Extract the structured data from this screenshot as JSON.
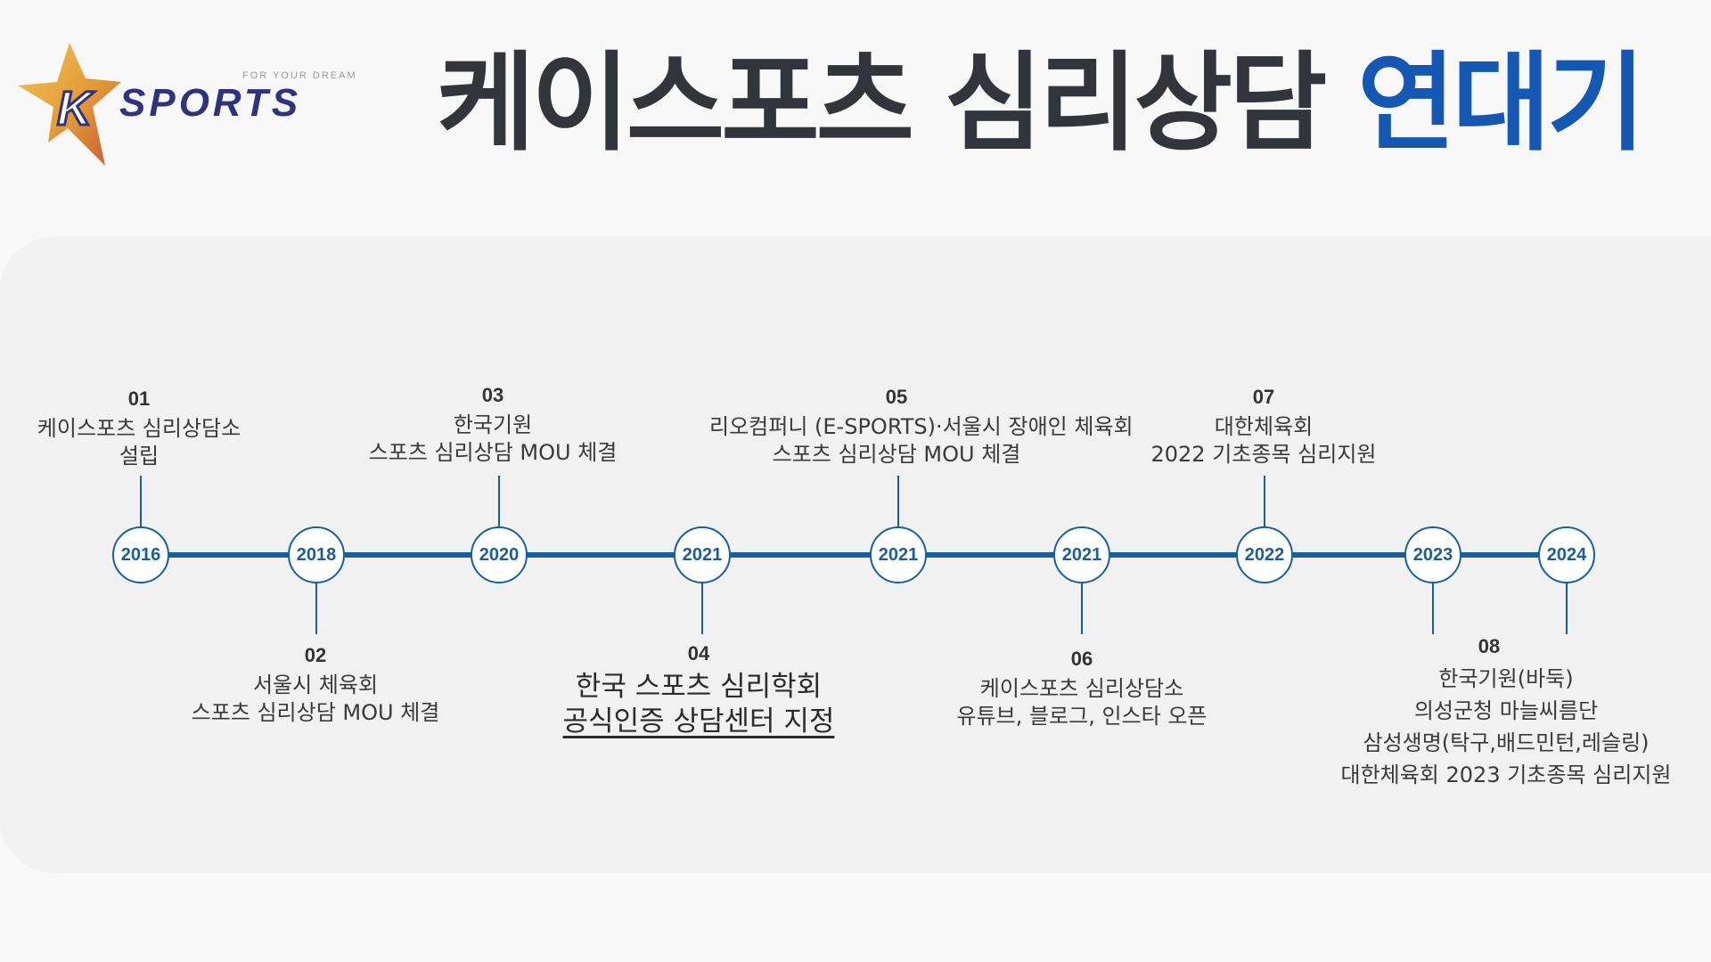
{
  "logo": {
    "text": "SPORTS",
    "tagline": "FOR YOUR DREAM",
    "colors": {
      "star": "#e8a33a",
      "text": "#2e3380",
      "k": "#ffffff"
    }
  },
  "header": {
    "title_main": "케이스포츠 심리상담",
    "title_accent": "연대기"
  },
  "colors": {
    "accent": "#1458b4",
    "timeline": "#16609f",
    "title": "#32353b",
    "background": "#f8f8f8",
    "panel": "#f1f1f1"
  },
  "timeline": {
    "years": [
      "2016",
      "2018",
      "2020",
      "2021",
      "2021",
      "2021",
      "2022",
      "2023",
      "2024"
    ],
    "milestones": [
      {
        "number": "01",
        "lines": [
          "케이스포츠 심리상담소",
          "설립"
        ]
      },
      {
        "number": "02",
        "lines": [
          "서울시 체육회",
          "스포츠 심리상담 MOU 체결"
        ]
      },
      {
        "number": "03",
        "lines": [
          "한국기원",
          "스포츠 심리상담 MOU 체결"
        ]
      },
      {
        "number": "04",
        "lines": [
          "한국 스포츠 심리학회",
          "공식인증 상담센터 지정"
        ]
      },
      {
        "number": "05",
        "lines": [
          "리오컴퍼니 (E-SPORTS)·서울시 장애인 체육회",
          "스포츠 심리상담 MOU 체결"
        ]
      },
      {
        "number": "06",
        "lines": [
          "케이스포츠 심리상담소",
          "유튜브, 블로그, 인스타 오픈"
        ]
      },
      {
        "number": "07",
        "lines": [
          "대한체육회",
          "2022 기초종목 심리지원"
        ]
      },
      {
        "number": "08",
        "lines": [
          "한국기원(바둑)",
          "의성군청 마늘씨름단",
          "삼성생명(탁구,배드민턴,레슬링)",
          "대한체육회 2023 기초종목 심리지원"
        ]
      }
    ]
  }
}
